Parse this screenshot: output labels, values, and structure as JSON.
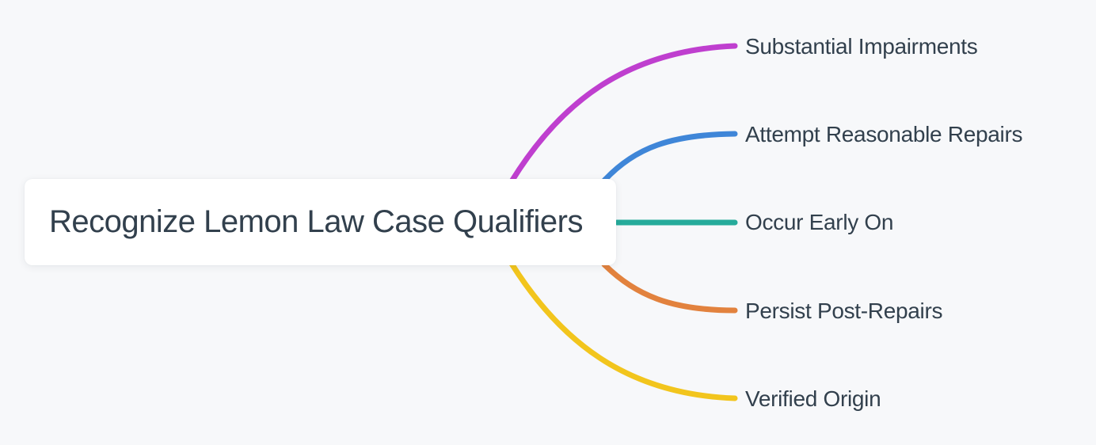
{
  "page": {
    "background_color": "#f7f8fa",
    "text_color": "#32404d"
  },
  "mindmap": {
    "root": {
      "label": "Recognize Lemon Law Case Qualifiers",
      "fill_color": "#ffffff"
    },
    "branches": [
      {
        "label": "Substantial Impairments",
        "color": "#bf3fcf"
      },
      {
        "label": "Attempt Reasonable Repairs",
        "color": "#3f86d8"
      },
      {
        "label": "Occur Early On",
        "color": "#26ab9b"
      },
      {
        "label": "Persist Post-Repairs",
        "color": "#e2823e"
      },
      {
        "label": "Verified Origin",
        "color": "#f2c51d"
      }
    ]
  }
}
